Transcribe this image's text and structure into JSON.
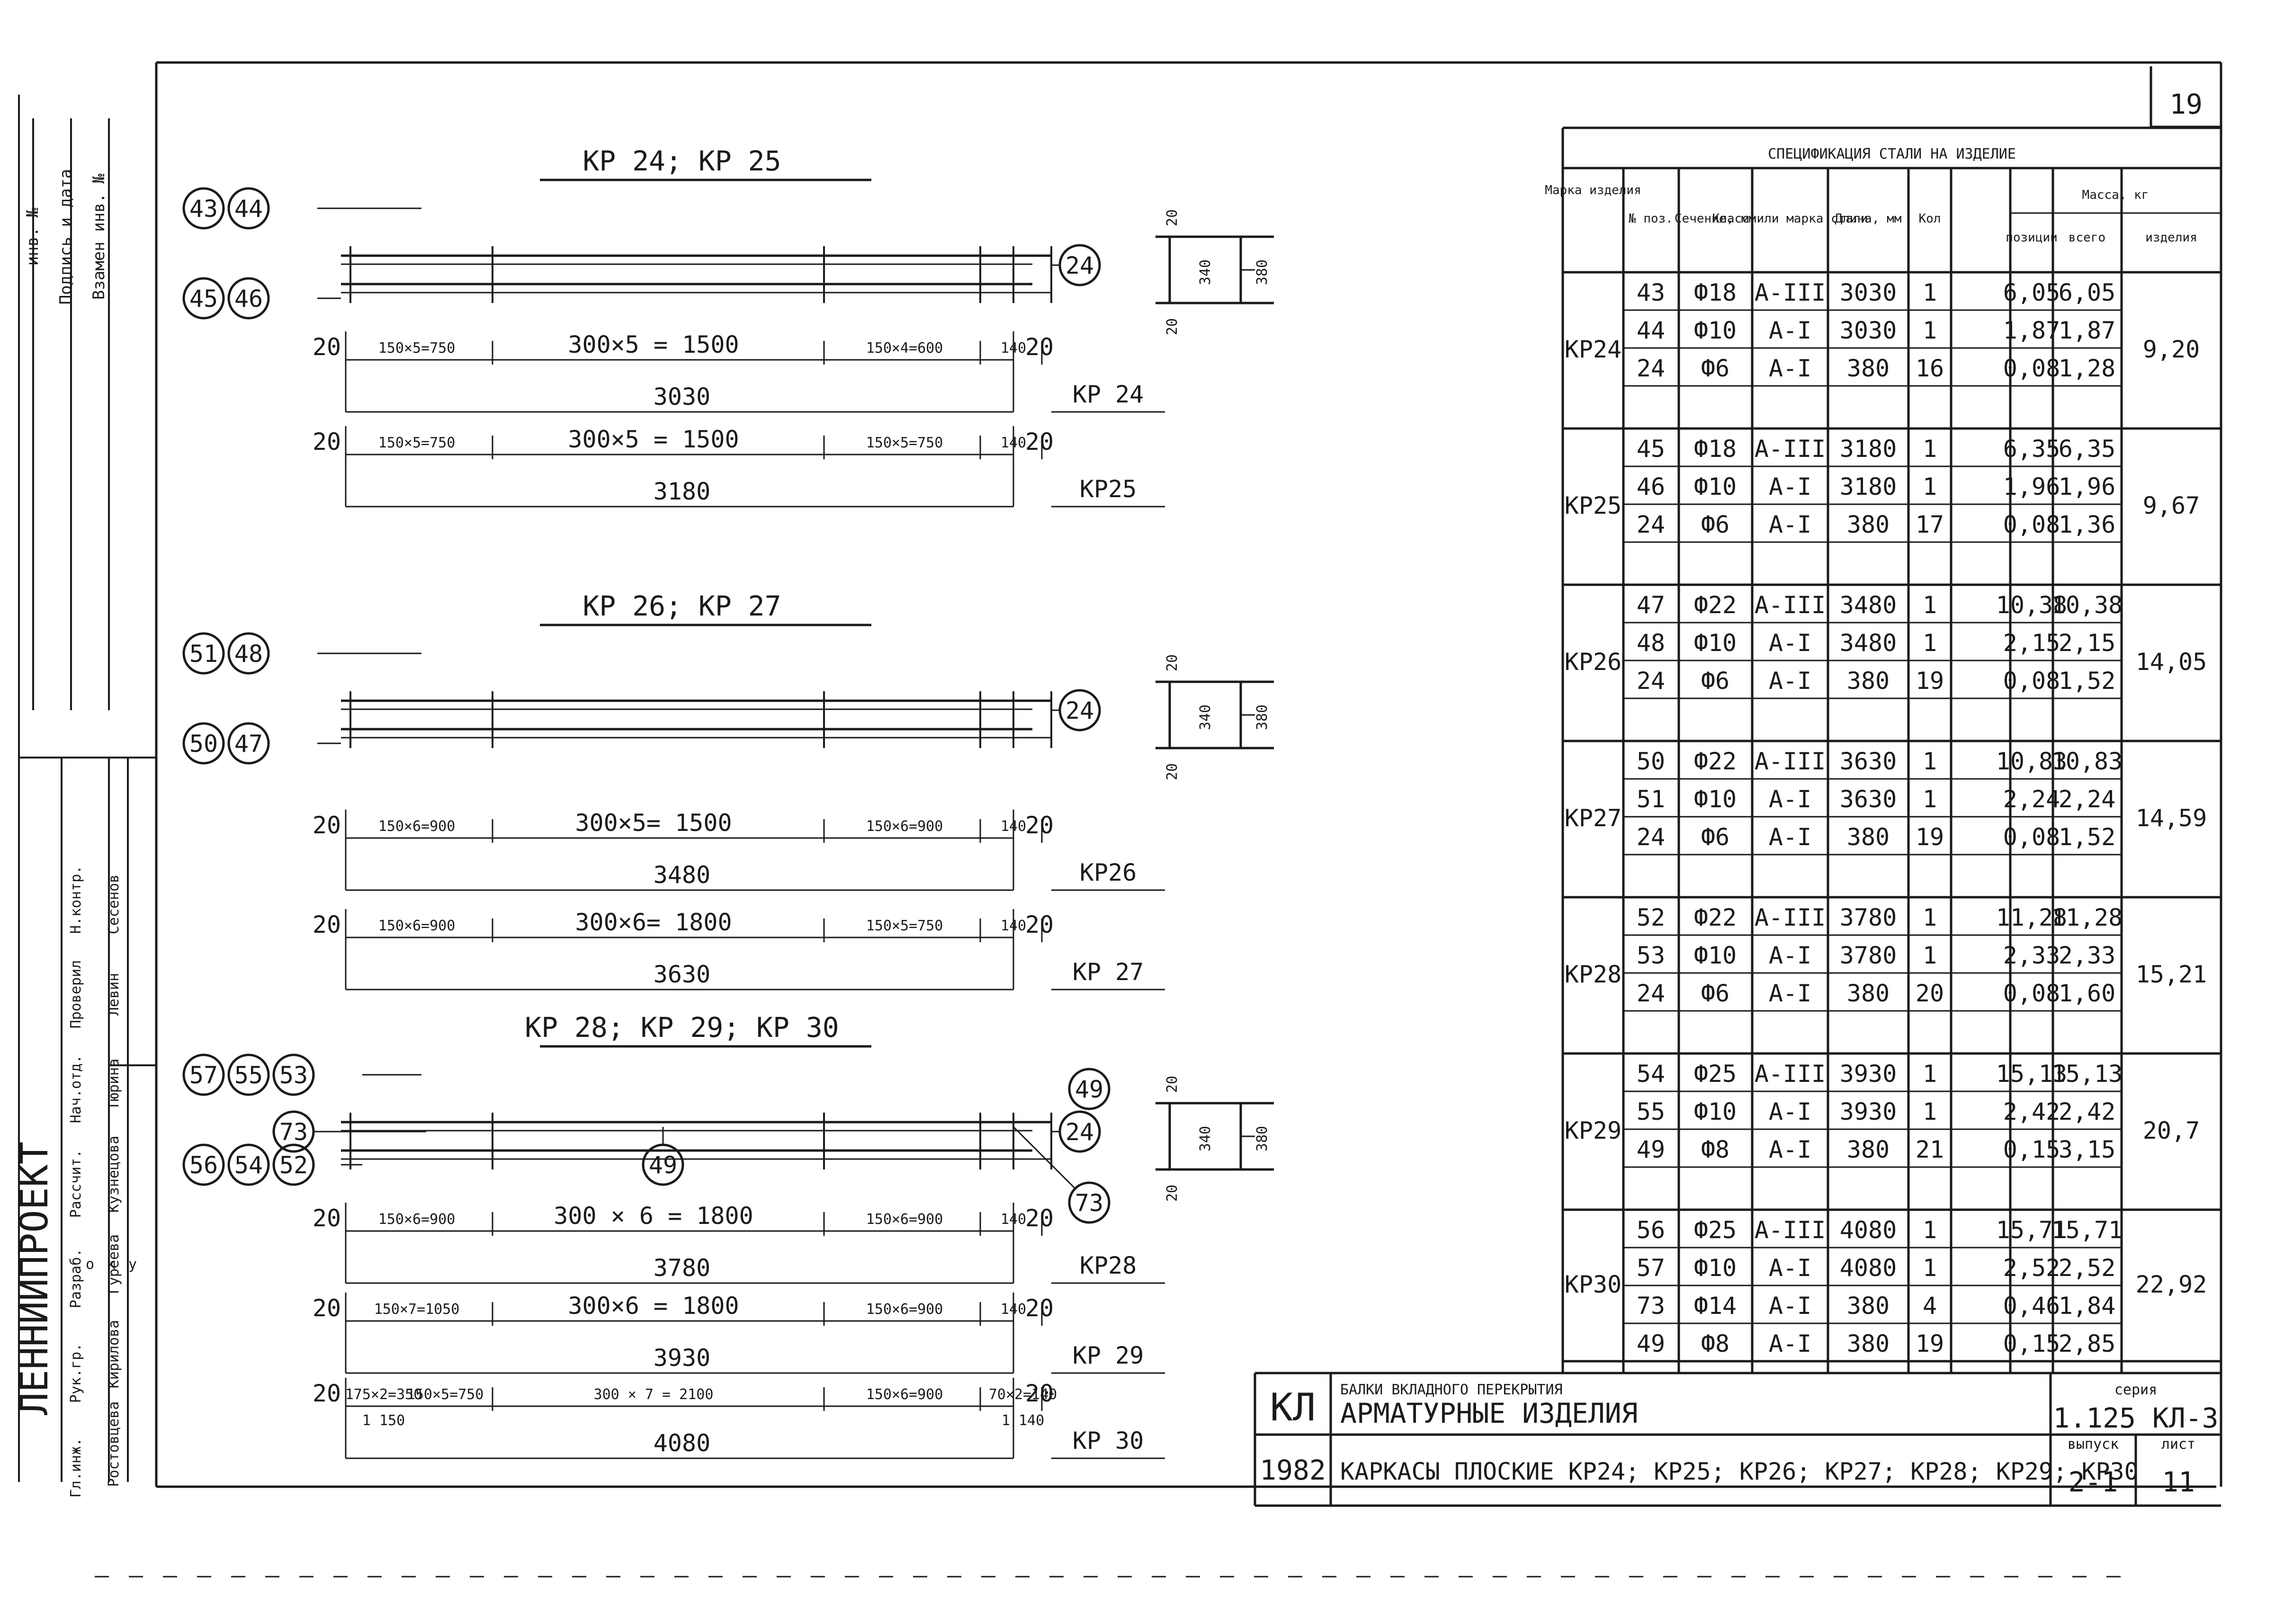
{
  "sheet_number": "19",
  "left_strip": {
    "organization": "ЛЕННИИПРОЕКТ",
    "roles": [
      "Гл.инж.",
      "Рук.гр.",
      "Разраб.",
      "Рассчит.",
      "Нач.отд.",
      "Проверил",
      "Н.контр."
    ],
    "names": [
      "Ростовцева",
      "Кирилова",
      "Гуреева",
      "Кузнецова",
      "Тюрина",
      "Левин",
      "Сесенов"
    ],
    "vertical_notes": [
      "инв. №",
      "Подпись и дата",
      "Взамен инв. №"
    ],
    "codes": [
      "о",
      "к",
      "у"
    ]
  },
  "drawings": [
    {
      "title": "КР 24; КР 25",
      "markers_left_top": [
        "43",
        "44"
      ],
      "markers_left_bottom": [
        "45",
        "46"
      ],
      "marker_right": "24",
      "section": {
        "h_outer": "380",
        "h_inner": "340",
        "top": "20",
        "bottom": "20"
      },
      "rows": [
        {
          "seg": [
            "150×5=750",
            "300×5 = 1500",
            "150×4=600",
            "140"
          ],
          "left": "20",
          "right": "20",
          "total": "3030",
          "mark": "КР 24"
        },
        {
          "seg": [
            "150×5=750",
            "300×5 = 1500",
            "150×5=750",
            "140"
          ],
          "left": "20",
          "right": "20",
          "total": "3180",
          "mark": "КР25"
        }
      ]
    },
    {
      "title": "КР 26; КР 27",
      "markers_left_top": [
        "51",
        "48"
      ],
      "markers_left_bottom": [
        "50",
        "47"
      ],
      "marker_right": "24",
      "section": {
        "h_outer": "380",
        "h_inner": "340",
        "top": "20",
        "bottom": "20"
      },
      "rows": [
        {
          "seg": [
            "150×6=900",
            "300×5= 1500",
            "150×6=900",
            "140"
          ],
          "left": "20",
          "right": "20",
          "total": "3480",
          "mark": "КР26"
        },
        {
          "seg": [
            "150×6=900",
            "300×6= 1800",
            "150×5=750",
            "140"
          ],
          "left": "20",
          "right": "20",
          "total": "3630",
          "mark": "КР 27"
        }
      ]
    },
    {
      "title": "КР 28; КР 29; КР 30",
      "markers_left_top": [
        "57",
        "55",
        "53"
      ],
      "marker_left_mid": "73",
      "markers_left_bottom": [
        "56",
        "54",
        "52"
      ],
      "markers_right": [
        "24",
        "49"
      ],
      "marker_right_low": "73",
      "marker_center": "49",
      "section": {
        "h_outer": "380",
        "h_inner": "340",
        "top": "20",
        "bottom": "20"
      },
      "rows": [
        {
          "seg": [
            "150×6=900",
            "300 × 6 = 1800",
            "150×6=900",
            "140"
          ],
          "left": "20",
          "right": "20",
          "total": "3780",
          "mark": "КР28"
        },
        {
          "seg": [
            "150×7=1050",
            "300×6 = 1800",
            "150×6=900",
            "140"
          ],
          "left": "20",
          "right": "20",
          "total": "3930",
          "mark": "КР 29"
        },
        {
          "seg": [
            "175×2=350",
            "150×5=750",
            "300 × 7 = 2100",
            "150×6=900",
            "70×2=140"
          ],
          "sub": [
            "1 150",
            "1 140"
          ],
          "left": "20",
          "right": "20",
          "total": "4080",
          "mark": "КР 30"
        }
      ]
    }
  ],
  "spec_table": {
    "title": "СПЕЦИФИКАЦИЯ СТАЛИ НА ИЗДЕЛИЕ",
    "headers": {
      "mark": "Марка изделия",
      "pos": "№ поз.",
      "section": "Сечение, мм",
      "class": "Класс или марка стали",
      "length": "Длина, мм",
      "qty": "Кол",
      "mass_group": "Масса, кг",
      "mass_pos": "позиции",
      "mass_all": "всего",
      "mass_item": "изделия"
    },
    "groups": [
      {
        "mark": "КР24",
        "mass_item": "9,20",
        "rows": [
          [
            "43",
            "Ф18",
            "А-III",
            "3030",
            "1",
            "6,05",
            "6,05"
          ],
          [
            "44",
            "Ф10",
            "А-I",
            "3030",
            "1",
            "1,87",
            "1,87"
          ],
          [
            "24",
            "Ф6",
            "А-I",
            "380",
            "16",
            "0,08",
            "1,28"
          ]
        ]
      },
      {
        "mark": "КР25",
        "mass_item": "9,67",
        "rows": [
          [
            "45",
            "Ф18",
            "А-III",
            "3180",
            "1",
            "6,35",
            "6,35"
          ],
          [
            "46",
            "Ф10",
            "А-I",
            "3180",
            "1",
            "1,96",
            "1,96"
          ],
          [
            "24",
            "Ф6",
            "А-I",
            "380",
            "17",
            "0,08",
            "1,36"
          ]
        ]
      },
      {
        "mark": "КР26",
        "mass_item": "14,05",
        "rows": [
          [
            "47",
            "Ф22",
            "А-III",
            "3480",
            "1",
            "10,38",
            "10,38"
          ],
          [
            "48",
            "Ф10",
            "А-I",
            "3480",
            "1",
            "2,15",
            "2,15"
          ],
          [
            "24",
            "Ф6",
            "А-I",
            "380",
            "19",
            "0,08",
            "1,52"
          ]
        ]
      },
      {
        "mark": "КР27",
        "mass_item": "14,59",
        "rows": [
          [
            "50",
            "Ф22",
            "А-III",
            "3630",
            "1",
            "10,83",
            "10,83"
          ],
          [
            "51",
            "Ф10",
            "А-I",
            "3630",
            "1",
            "2,24",
            "2,24"
          ],
          [
            "24",
            "Ф6",
            "А-I",
            "380",
            "19",
            "0,08",
            "1,52"
          ]
        ]
      },
      {
        "mark": "КР28",
        "mass_item": "15,21",
        "rows": [
          [
            "52",
            "Ф22",
            "А-III",
            "3780",
            "1",
            "11,28",
            "11,28"
          ],
          [
            "53",
            "Ф10",
            "А-I",
            "3780",
            "1",
            "2,33",
            "2,33"
          ],
          [
            "24",
            "Ф6",
            "А-I",
            "380",
            "20",
            "0,08",
            "1,60"
          ]
        ]
      },
      {
        "mark": "КР29",
        "mass_item": "20,7",
        "rows": [
          [
            "54",
            "Ф25",
            "А-III",
            "3930",
            "1",
            "15,13",
            "15,13"
          ],
          [
            "55",
            "Ф10",
            "А-I",
            "3930",
            "1",
            "2,42",
            "2,42"
          ],
          [
            "49",
            "Ф8",
            "А-I",
            "380",
            "21",
            "0,15",
            "3,15"
          ]
        ]
      },
      {
        "mark": "КР30",
        "mass_item": "22,92",
        "rows": [
          [
            "56",
            "Ф25",
            "А-III",
            "4080",
            "1",
            "15,71",
            "15,71"
          ],
          [
            "57",
            "Ф10",
            "А-I",
            "4080",
            "1",
            "2,52",
            "2,52"
          ],
          [
            "73",
            "Ф14",
            "А-I",
            "380",
            "4",
            "0,46",
            "1,84"
          ],
          [
            "49",
            "Ф8",
            "А-I",
            "380",
            "19",
            "0,15",
            "2,85"
          ]
        ]
      }
    ]
  },
  "title_block": {
    "code": "КЛ",
    "year": "1982",
    "line1": "БАЛКИ ВКЛАДНОГО ПЕРЕКРЫТИЯ",
    "line2": "АРМАТУРНЫЕ ИЗДЕЛИЯ",
    "line3": "КАРКАСЫ ПЛОСКИЕ КР24; КР25; КР26; КР27; КР28; КР29; КР30",
    "series_label": "серия",
    "series": "1.125 КЛ-3",
    "issue_label": "выпуск",
    "issue": "2-1",
    "sheet_label": "лист",
    "sheet": "11"
  }
}
